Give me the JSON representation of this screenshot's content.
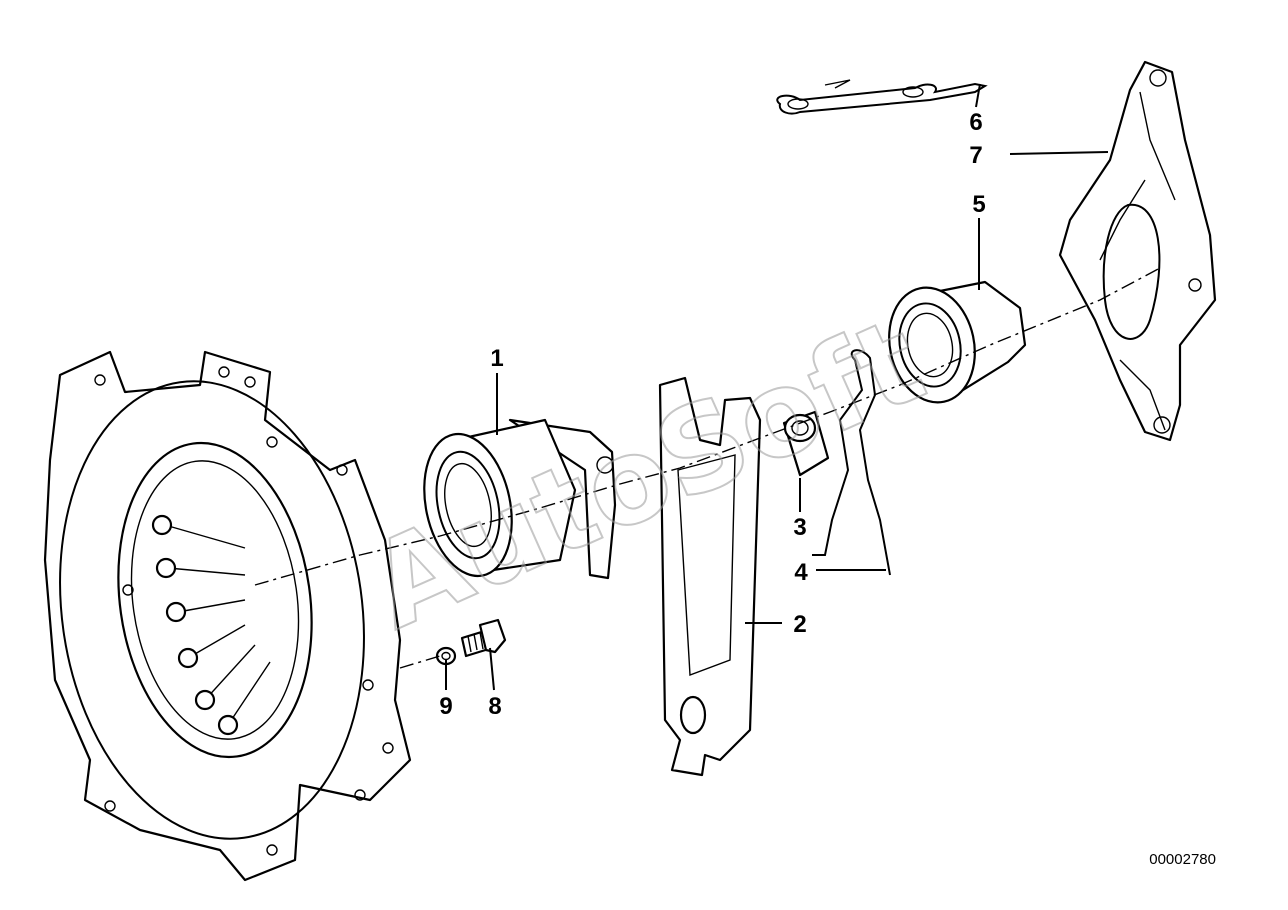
{
  "drawing_number": "00002780",
  "watermark": "AutoSoft",
  "callouts": {
    "c1": "1",
    "c2": "2",
    "c3": "3",
    "c4": "4",
    "c5": "5",
    "c6": "6",
    "c7": "7",
    "c8": "8",
    "c9": "9"
  }
}
